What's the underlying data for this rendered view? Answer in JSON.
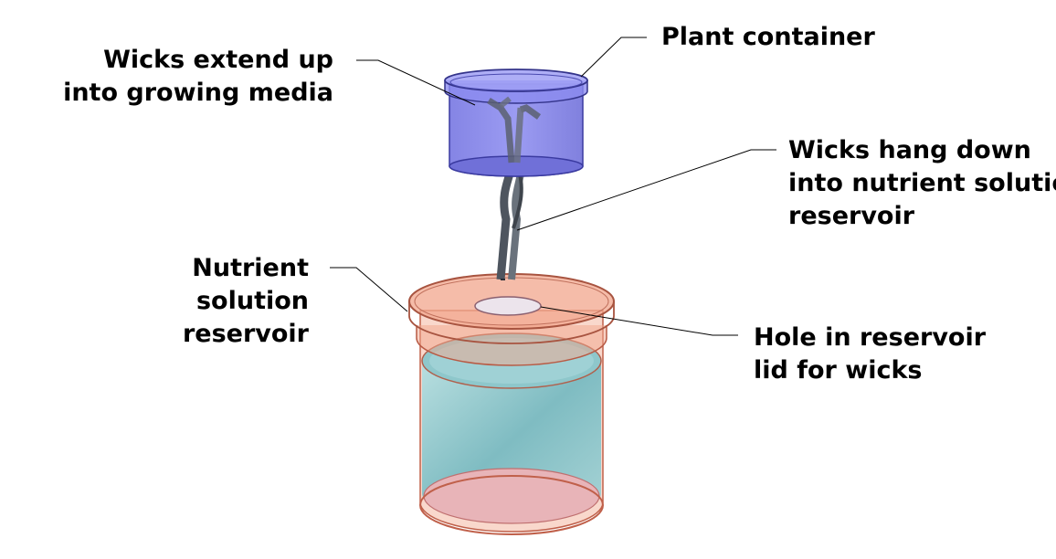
{
  "labels": {
    "wicks_extend": [
      "Wicks extend up",
      "into growing media"
    ],
    "plant_container": [
      "Plant container"
    ],
    "wicks_hang": [
      "Wicks hang down",
      "into nutrient solution",
      "reservoir"
    ],
    "reservoir": [
      "Nutrient",
      "solution",
      "reservoir"
    ],
    "hole": [
      "Hole in reservoir",
      "lid for wicks"
    ]
  },
  "colors": {
    "plant_container": "#7b7be6",
    "reservoir": "#f2a68c",
    "water": "#8fc4c8",
    "wick": "#5f6670"
  }
}
